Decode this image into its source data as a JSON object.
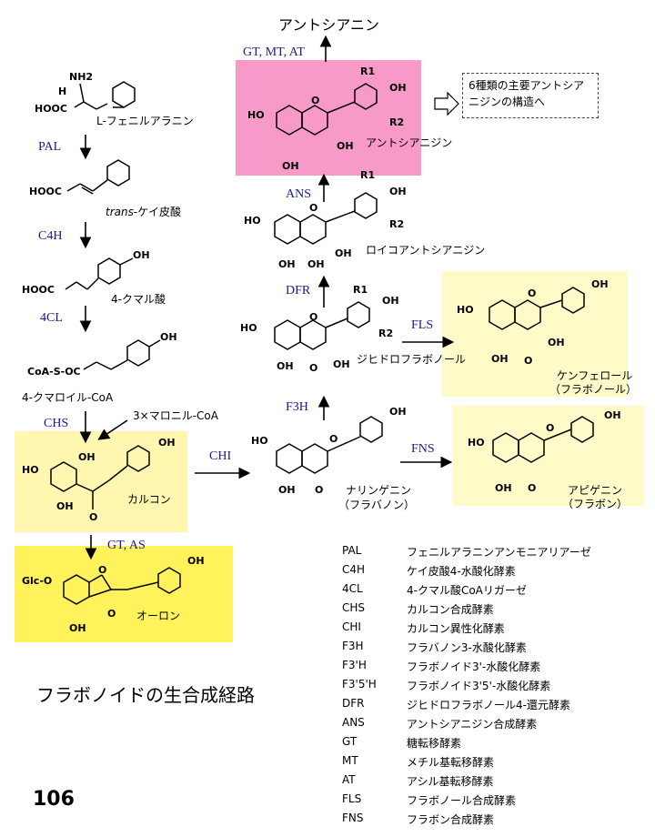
{
  "colors": {
    "anthocyanidin_box": "#f79ac8",
    "chalcone_box": "#fff7b0",
    "aurone_box": "#fff25a",
    "flavonol_box": "#fffbc8",
    "flavone_box": "#fffbc8",
    "enzyme_text": "#1a1a8c"
  },
  "top": {
    "anthocyanin": "アントシアニン",
    "enzymes": "GT, MT, AT"
  },
  "note": "6種類の主要アントシアニジンの構造へ",
  "compounds": {
    "phenylalanine": "L-フェニルアラニン",
    "cinnamic_prefix": "trans",
    "cinnamic_rest": "-ケイ皮酸",
    "coumaric": "4-クマル酸",
    "coumaroyl_coa": "4-クマロイル-CoA",
    "malonyl": "3×マロニル-CoA",
    "chalcone": "カルコン",
    "aurone": "オーロン",
    "naringenin": "ナリンゲニン",
    "naringenin_class": "（フラバノン）",
    "dihydroflavonol": "ジヒドロフラボノール",
    "leucoanthocyanidin": "ロイコアントシアニジン",
    "anthocyanidin": "アントシアニジン",
    "kaempferol": "ケンフェロール",
    "kaempferol_class": "（フラボノール）",
    "apigenin": "アピゲニン",
    "apigenin_class": "（フラボン）"
  },
  "atoms": {
    "oh": "OH",
    "ho": "HO",
    "o": "O",
    "nh2": "NH2",
    "h": "H",
    "hooc": "HOOC",
    "coa_s_oc": "CoA-S-OC",
    "glc_o": "Glc-O",
    "r1": "R1",
    "r2": "R2"
  },
  "enzyme_labels": {
    "pal": "PAL",
    "c4h": "C4H",
    "cl4": "4CL",
    "chs": "CHS",
    "chi": "CHI",
    "gt_as": "GT, AS",
    "f3h": "F3H",
    "dfr": "DFR",
    "ans": "ANS",
    "fls": "FLS",
    "fns": "FNS"
  },
  "title": "フラボノイドの生合成経路",
  "page_number": "106",
  "legend": [
    {
      "abbr": "PAL",
      "name": "フェニルアラニンアンモニアリアーゼ"
    },
    {
      "abbr": "C4H",
      "name": "ケイ皮酸4-水酸化酵素"
    },
    {
      "abbr": "4CL",
      "name": "4-クマル酸CoAリガーゼ"
    },
    {
      "abbr": "CHS",
      "name": "カルコン合成酵素"
    },
    {
      "abbr": "CHI",
      "name": "カルコン異性化酵素"
    },
    {
      "abbr": "F3H",
      "name": "フラバノン3-水酸化酵素"
    },
    {
      "abbr": "F3'H",
      "name": "フラボノイド3'-水酸化酵素"
    },
    {
      "abbr": "F3'5'H",
      "name": "フラボノイド3'5'-水酸化酵素"
    },
    {
      "abbr": "DFR",
      "name": "ジヒドロフラボノール4-還元酵素"
    },
    {
      "abbr": "ANS",
      "name": "アントシアニジン合成酵素"
    },
    {
      "abbr": "GT",
      "name": "糖転移酵素"
    },
    {
      "abbr": "MT",
      "name": "メチル基転移酵素"
    },
    {
      "abbr": "AT",
      "name": "アシル基転移酵素"
    },
    {
      "abbr": "FLS",
      "name": "フラボノール合成酵素"
    },
    {
      "abbr": "FNS",
      "name": "フラボン合成酵素"
    }
  ]
}
